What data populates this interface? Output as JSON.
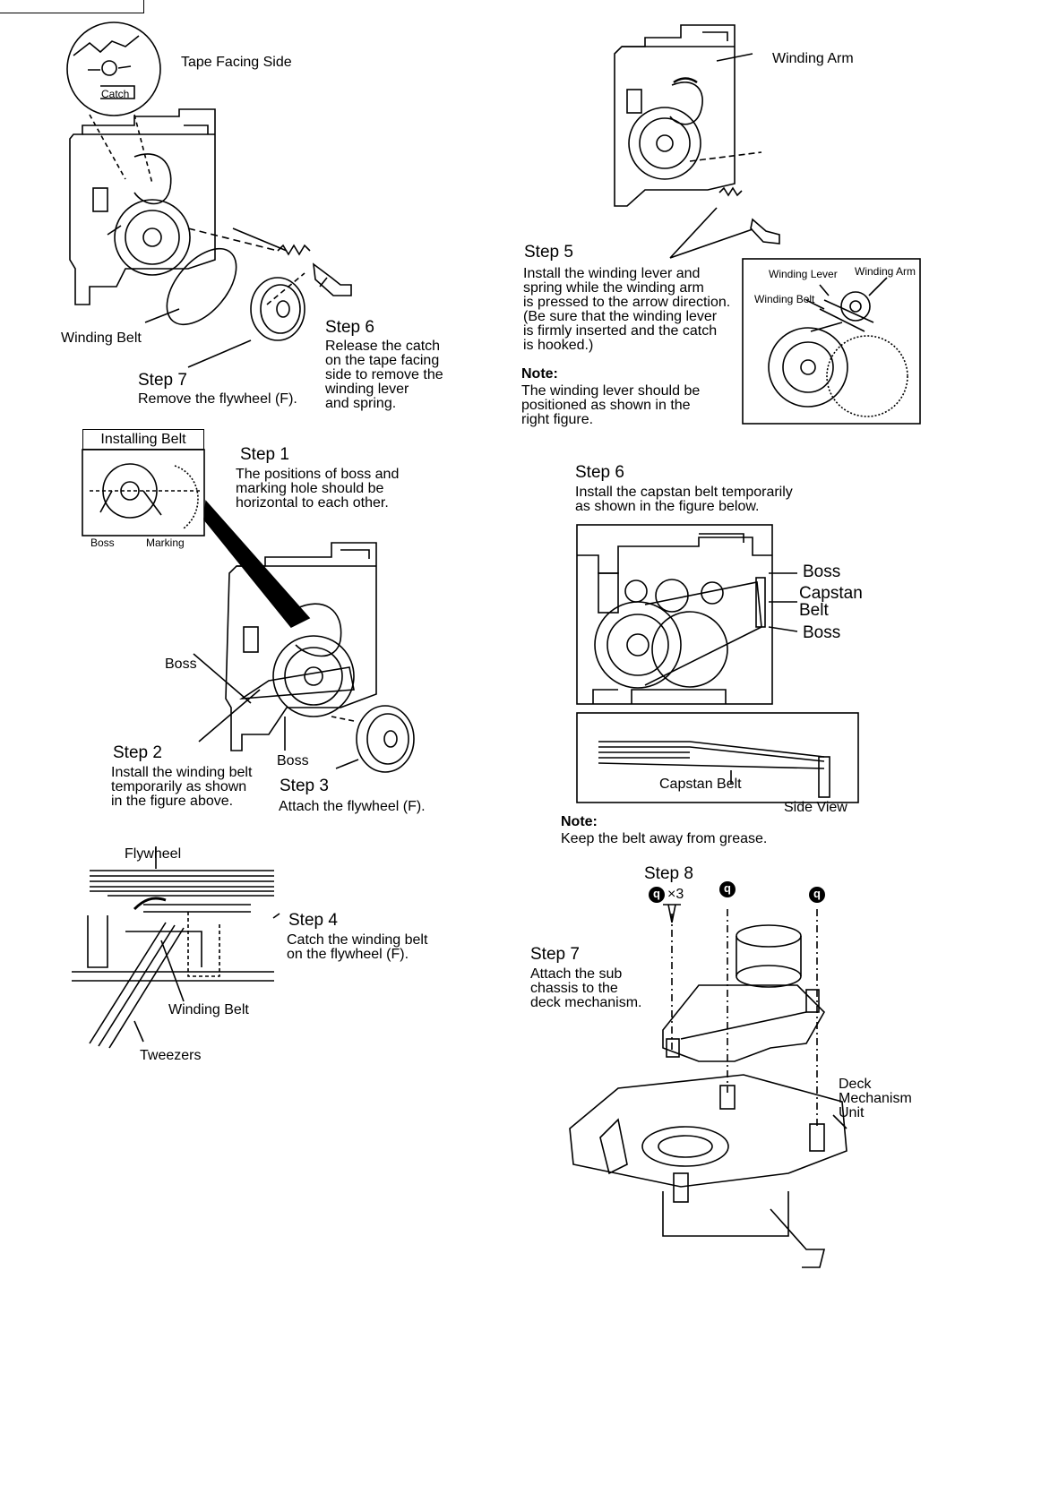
{
  "left_top": {
    "tape_facing_side": "Tape Facing Side",
    "catch": "Catch",
    "winding_belt": "Winding Belt",
    "step6_title": "Step 6",
    "step6_text": "Release the catch\non the tape facing\nside to remove the\nwinding lever\nand spring.",
    "step7_title": "Step 7",
    "step7_text": "Remove the flywheel (F)."
  },
  "installing": {
    "box_label": "Installing Belt",
    "step1_title": "Step 1",
    "step1_text": "The positions of boss and\nmarking hole should be\nhorizontal to each other.",
    "boss_small": "Boss",
    "marking": "Marking",
    "boss_a": "Boss",
    "boss_b": "Boss",
    "step2_title": "Step 2",
    "step2_text": "Install the winding belt\ntemporarily as shown\nin the figure above.",
    "step3_title": "Step 3",
    "step3_text": "Attach the flywheel (F)."
  },
  "flywheel_detail": {
    "flywheel": "Flywheel",
    "step4_title": "Step 4",
    "step4_text": "Catch the winding belt\non the flywheel (F).",
    "winding_belt": "Winding Belt",
    "tweezers": "Tweezers"
  },
  "right_top": {
    "winding_arm": "Winding Arm",
    "step5_title": "Step 5",
    "step5_text": "Install the winding lever and\nspring while the winding arm\nis pressed to the arrow direction.\n(Be sure that the winding lever\nis firmly inserted and the catch\nis hooked.)",
    "note_label": "Note:",
    "note_text": "The winding lever should be\npositioned as shown in the\nright figure.",
    "inset_winding_lever": "Winding Lever",
    "inset_winding_arm": "Winding Arm",
    "inset_winding_belt": "Winding Belt"
  },
  "capstan": {
    "step6_title": "Step 6",
    "step6_text": "Install the capstan belt temporarily\nas shown in the figure below.",
    "boss_top": "Boss",
    "capstan_belt": "Capstan\nBelt",
    "boss_bottom": "Boss",
    "side_capstan_belt": "Capstan Belt",
    "side_view": "Side View",
    "note_label": "Note:",
    "note_text": "Keep the belt away from grease."
  },
  "subchassis": {
    "step8_title": "Step 8",
    "screw_symbol": "q",
    "screw_count": "×3",
    "step7_title": "Step 7",
    "step7_text": "Attach the sub\nchassis to the\ndeck mechanism.",
    "deck_unit": "Deck\nMechanism\nUnit"
  }
}
